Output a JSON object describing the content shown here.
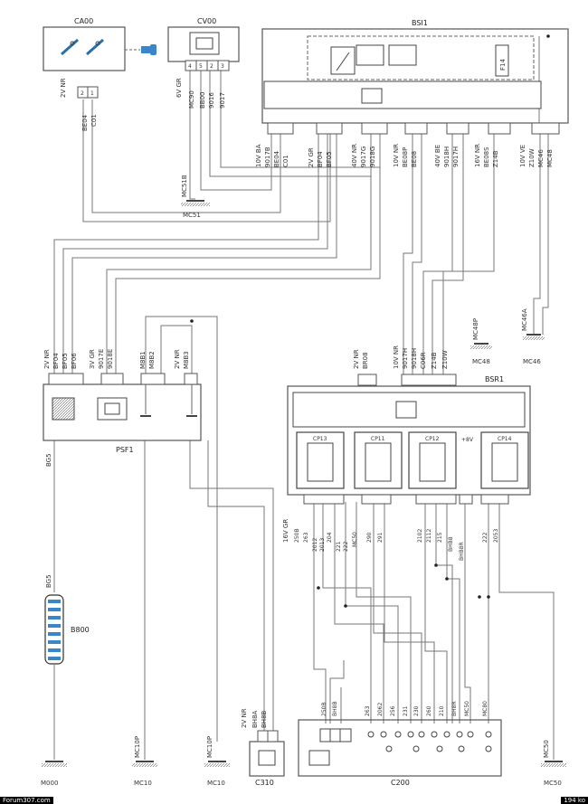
{
  "components": {
    "ca00": "CA00",
    "cv00": "CV00",
    "bsi1": "BSI1",
    "psf1": "PSF1",
    "bsr1": "BSR1",
    "c310": "C310",
    "c200": "C200",
    "b800": "B800",
    "f14": "F14"
  },
  "grounds": {
    "mc51": "MC51",
    "mc46": "MC46",
    "mc48": "MC48",
    "m000": "M000",
    "mc10a": "MC10",
    "mc10b": "MC10",
    "mc50": "MC50"
  },
  "ground_wire_labels": {
    "mc51": "MC51B",
    "mc46": "MC46A",
    "mc48": "MC48P",
    "mc10a": "MC10P",
    "mc10b": "MC10P",
    "mc50": "MC50"
  },
  "connector_specs": {
    "ca00": "2V NR",
    "cv00": "6V GR",
    "bsi1_a": "10V BA",
    "bsi1_b": "2V GR",
    "bsi1_c": "40V NR",
    "bsi1_d": "10V NR",
    "bsi1_e": "40V BE",
    "bsi1_f": "16V NR",
    "bsi1_g": "10V VE",
    "psf1_a": "2V NR",
    "psf1_b": "3V GR",
    "psf1_c": "2V NR",
    "bsr1_a": "2V NR",
    "bsr1_b": "10V NR",
    "bsr1_c": "16V GR",
    "c310": "2V NR",
    "b800": "BG5"
  },
  "wire_codes": {
    "ca00": [
      "BE04",
      "C01"
    ],
    "cv00": [
      "MC90",
      "BB00",
      "9016",
      "9017"
    ],
    "bsi1_a": [
      "9017B",
      "BE04",
      "C01"
    ],
    "bsi1_b": [
      "BF04",
      "BF05"
    ],
    "bsi1_c": [
      "9017G",
      "9018G"
    ],
    "bsi1_d": [
      "BE08P",
      "BE08"
    ],
    "bsi1_e": [
      "9018H",
      "9017H"
    ],
    "bsi1_f": [
      "BE08S",
      "Z14B"
    ],
    "bsi1_g": [
      "Z10W",
      "MC46",
      "MC48"
    ],
    "psf1_a": [
      "BF04",
      "BF05",
      "BF06"
    ],
    "psf1_b": [
      "9017E",
      "9018E"
    ],
    "psf1_c": [
      "M8B1",
      "M8B2",
      "M8B3"
    ],
    "bsr1_a": [
      "BR08"
    ],
    "bsr1_b": [
      "9017H",
      "9018H",
      "C06R",
      "Z14B",
      "Z10W"
    ],
    "bsr1_c": [
      "250B",
      "263",
      "2012",
      "2013",
      "204",
      "221",
      "222",
      "MC50",
      "290",
      "291",
      "2102",
      "2112",
      "215",
      "BHB8",
      "BHB8R",
      "222",
      "2053"
    ],
    "c310": [
      "BH8A",
      "BH8B"
    ],
    "c200": [
      "250B",
      "BH8B",
      "263",
      "2062",
      "256",
      "231",
      "230",
      "260",
      "210",
      "BH8R",
      "MC50",
      "MC80"
    ]
  },
  "sub_blocks": [
    "CP13",
    "CP11",
    "CP12",
    "CP14"
  ],
  "battery_label": "+8V",
  "footer": {
    "left": "Forum307.com",
    "right": "194 ko"
  }
}
